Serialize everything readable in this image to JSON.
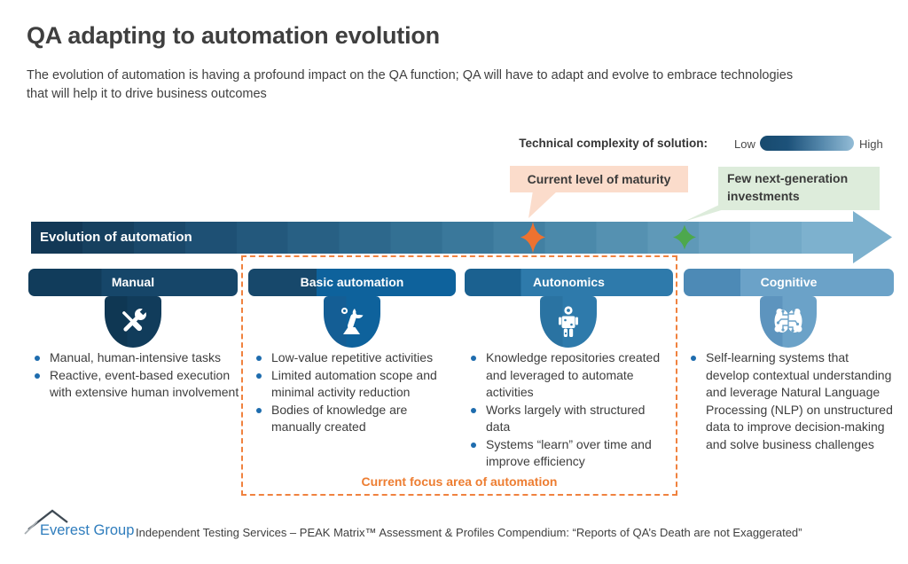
{
  "slide": {
    "title": "QA adapting to automation evolution",
    "subtitle": "The evolution of automation is having a profound impact on the QA function; QA will have to adapt and evolve to embrace technologies\nthat will help it to drive business outcomes"
  },
  "legend": {
    "label": "Technical complexity of solution:",
    "low_label": "Low",
    "high_label": "High",
    "gradient_start": "#174a6e",
    "gradient_end": "#93bcd6"
  },
  "callouts": {
    "current_maturity": {
      "label": "Current level of maturity",
      "bg_color": "#fbdccb",
      "star_color": "#ee7230"
    },
    "next_gen": {
      "label": "Few next-generation\ninvestments",
      "bg_color": "#ddecdb",
      "star_color": "#4da84d"
    }
  },
  "timeline": {
    "label": "Evolution of automation",
    "gradient_start": "#123856",
    "gradient_end": "#7db1ce"
  },
  "stages": [
    {
      "title": "Manual",
      "icon": "tools-icon",
      "color": "#113c5b",
      "bullets": [
        "Manual, human-intensive tasks",
        "Reactive, event-based execution with extensive human involvement"
      ]
    },
    {
      "title": "Basic automation",
      "icon": "robot-arm-icon",
      "color": "#0e629c",
      "bullets": [
        "Low-value repetitive activities",
        "Limited automation scope and minimal activity reduction",
        "Bodies of knowledge are manually created"
      ]
    },
    {
      "title": "Autonomics",
      "icon": "robot-icon",
      "color": "#2e7aab",
      "bullets": [
        "Knowledge repositories created and leveraged to automate activities",
        "Works largely with structured data",
        "Systems “learn” over time and improve efficiency"
      ]
    },
    {
      "title": "Cognitive",
      "icon": "brain-icon",
      "color": "#6ba2c8",
      "bullets": [
        "Self-learning systems that develop contextual understanding and leverage Natural Language Processing (NLP) on unstructured data to improve decision-making and solve business challenges"
      ]
    }
  ],
  "focus_area": {
    "label": "Current focus area of automation",
    "color": "#ed7d31"
  },
  "footer": {
    "logo_text": "Everest Group",
    "report_title": "Independent Testing Services – PEAK Matrix™ Assessment & Profiles Compendium: “Reports of QA’s Death are not Exaggerated”"
  }
}
